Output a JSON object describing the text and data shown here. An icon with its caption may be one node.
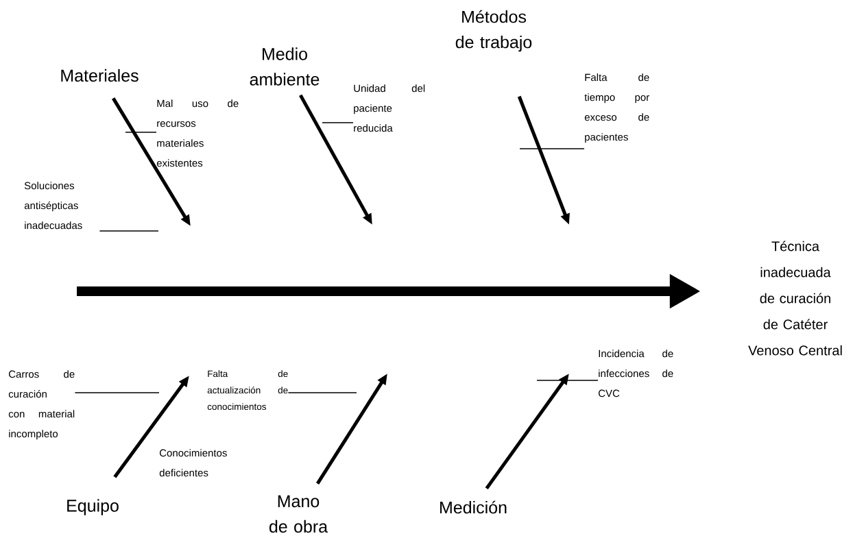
{
  "diagram": {
    "nodes": [
      {
        "text": [
          "Materiales"
        ]
      },
      {
        "text": [
          "Medio ambiente"
        ]
      },
      {
        "text": [
          "Métodos de trabajo"
        ]
      },
      {
        "text": [
          "Mal uso de recursos materiales existentes"
        ]
      },
      {
        "text": [
          "Unidad del paciente reducida"
        ]
      },
      {
        "text": [
          "Falta de tiempo por exceso de pacientes"
        ]
      },
      {
        "text": [
          "Soluciones antisépticas inadecuadas"
        ]
      },
      {
        "text": [
          "Técnica inadecuada de curación de Catéter Venoso Central"
        ]
      },
      {
        "text": [
          "Carros de curación con material incompleto"
        ]
      },
      {
        "text": [
          "Falta de actualización de conocimientos"
        ]
      },
      {
        "text": [
          "Incidencia de infecciones de CVC"
        ]
      },
      {
        "text": [
          "Conocimientos deficientes"
        ]
      },
      {
        "text": [
          "Equipo"
        ]
      },
      {
        "text": [
          "Mano de obra"
        ]
      },
      {
        "text": [
          "Medición"
        ]
      }
    ],
    "edges": [
      {
        "from": 0,
        "to": null,
        "arrow": "to",
        "style": "thick"
      },
      {
        "from": 1,
        "to": null,
        "arrow": "to",
        "style": "thick"
      },
      {
        "from": 2,
        "to": null,
        "arrow": "to",
        "style": "thick"
      },
      {
        "from": 12,
        "to": null,
        "arrow": "to",
        "style": "thick"
      },
      {
        "from": 13,
        "to": null,
        "arrow": "to",
        "style": "thick"
      },
      {
        "from": 14,
        "to": null,
        "arrow": "to",
        "style": "thick"
      },
      {
        "from": null,
        "to": 7,
        "arrow": "to",
        "style": "thick"
      },
      {
        "from": 3,
        "to": null,
        "arrow": "none"
      },
      {
        "from": 4,
        "to": null,
        "arrow": "none"
      },
      {
        "from": 5,
        "to": null,
        "arrow": "none"
      },
      {
        "from": 6,
        "to": null,
        "arrow": "none"
      },
      {
        "from": 8,
        "to": null,
        "arrow": "none"
      },
      {
        "from": 9,
        "to": null,
        "arrow": "none"
      },
      {
        "from": 10,
        "to": null,
        "arrow": "none"
      }
    ]
  }
}
